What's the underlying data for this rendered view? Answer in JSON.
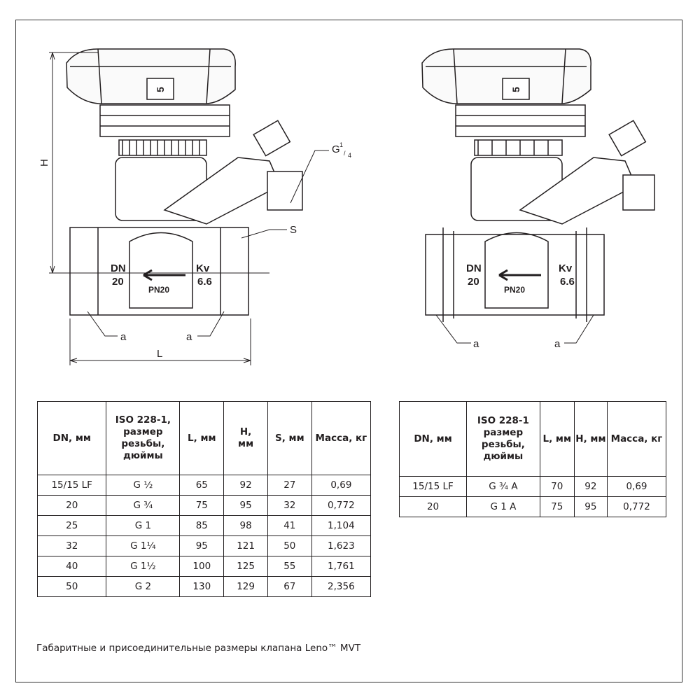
{
  "drawing": {
    "labels": {
      "H": "H",
      "L": "L",
      "G": "G",
      "G_sup": "1",
      "G_sub": "4",
      "S": "S",
      "a": "a",
      "DN": "DN",
      "DN_value": "20",
      "Kv": "Kv",
      "Kv_value": "6.6",
      "PN": "PN20",
      "scale_mark": "5"
    }
  },
  "table1": {
    "headers": [
      "DN, мм",
      "ISO 228-1, размер резьбы, дюймы",
      "L, мм",
      "H, мм",
      "S, мм",
      "Масса, кг"
    ],
    "rows": [
      [
        "15/15 LF",
        "G ½",
        "65",
        "92",
        "27",
        "0,69"
      ],
      [
        "20",
        "G ¾",
        "75",
        "95",
        "32",
        "0,772"
      ],
      [
        "25",
        "G 1",
        "85",
        "98",
        "41",
        "1,104"
      ],
      [
        "32",
        "G 1¼",
        "95",
        "121",
        "50",
        "1,623"
      ],
      [
        "40",
        "G 1½",
        "100",
        "125",
        "55",
        "1,761"
      ],
      [
        "50",
        "G 2",
        "130",
        "129",
        "67",
        "2,356"
      ]
    ]
  },
  "table2": {
    "headers": [
      "DN, мм",
      "ISO 228-1 размер резьбы, дюймы",
      "L, мм",
      "H, мм",
      "Масса, кг"
    ],
    "rows": [
      [
        "15/15 LF",
        "G ¾ A",
        "70",
        "92",
        "0,69"
      ],
      [
        "20",
        "G 1 A",
        "75",
        "95",
        "0,772"
      ]
    ]
  },
  "caption": "Габаритные и присоединительные размеры клапана Leno™ MVT"
}
